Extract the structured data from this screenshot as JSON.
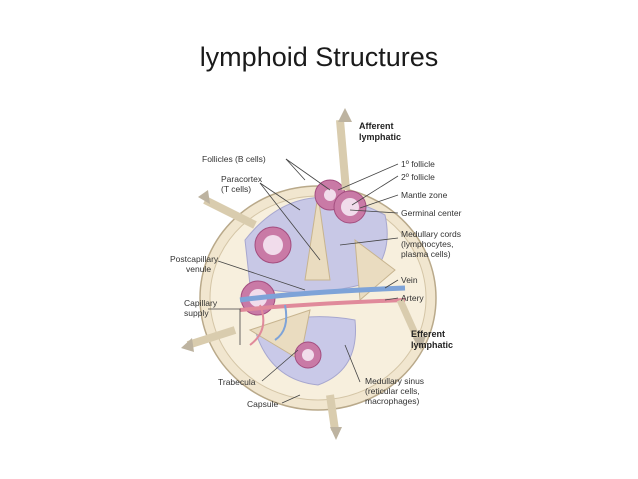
{
  "slide": {
    "title": "lymphoid Structures"
  },
  "diagram": {
    "colors": {
      "capsule": "#f1e6cf",
      "cortex": "#c8c8e6",
      "follicle": "#c97aa6",
      "germinal": "#f1dceb",
      "vein": "#7ea3d8",
      "artery": "#e08a9b"
    },
    "labels": {
      "afferent": [
        "Afferent",
        "lymphatic"
      ],
      "follicles": "Follicles (B cells)",
      "paracortex": [
        "Paracortex",
        "(T cells)"
      ],
      "primary_follicle": "1º follicle",
      "secondary_follicle": "2º follicle",
      "mantle_zone": "Mantle zone",
      "germinal_center": "Germinal center",
      "medullary_cords": [
        "Medullary cords",
        "(lymphocytes,",
        "plasma cells)"
      ],
      "postcapillary_venule": [
        "Postcapillary",
        "venule"
      ],
      "vein": "Vein",
      "artery": "Artery",
      "capillary_supply": [
        "Capillary",
        "supply"
      ],
      "efferent": [
        "Efferent",
        "lymphatic"
      ],
      "trabecula": "Trabecula",
      "capsule": "Capsule",
      "medullary_sinus": [
        "Medullary sinus",
        "(reticular cells,",
        "macrophages)"
      ]
    }
  }
}
